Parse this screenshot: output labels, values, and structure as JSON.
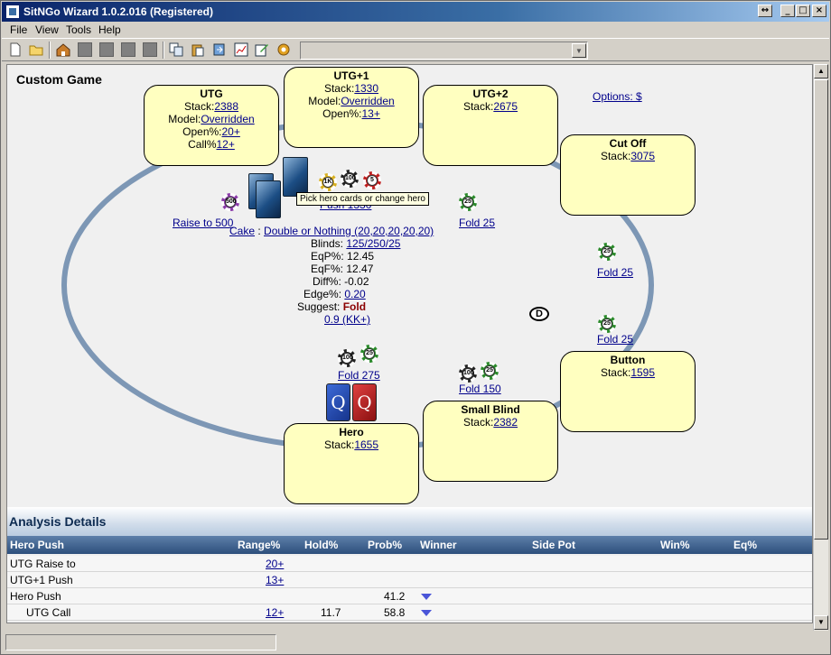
{
  "window": {
    "title": "SitNGo Wizard 1.0.2.016 (Registered)"
  },
  "menu": [
    "File",
    "View",
    "Tools",
    "Help"
  ],
  "toolbar": {
    "combo_value": ""
  },
  "game": {
    "title": "Custom Game",
    "options_link": "Options: $",
    "seats": {
      "utg": {
        "name": "UTG",
        "stack_label": "Stack:",
        "stack": "2388",
        "model_label": "Model:",
        "model": "Overridden",
        "open_label": "Open%:",
        "open": "20+",
        "call_label": "Call%",
        "call": "12+"
      },
      "utg1": {
        "name": "UTG+1",
        "stack_label": "Stack:",
        "stack": "1330",
        "model_label": "Model:",
        "model": "Overridden",
        "open_label": "Open%:",
        "open": "13+"
      },
      "utg2": {
        "name": "UTG+2",
        "stack_label": "Stack:",
        "stack": "2675"
      },
      "cutoff": {
        "name": "Cut Off",
        "stack_label": "Stack:",
        "stack": "3075"
      },
      "button": {
        "name": "Button",
        "stack_label": "Stack:",
        "stack": "1595"
      },
      "smallblind": {
        "name": "Small Blind",
        "stack_label": "Stack:",
        "stack": "2382"
      },
      "hero": {
        "name": "Hero",
        "stack_label": "Stack:",
        "stack": "1655"
      }
    },
    "actions": {
      "utg": "Raise to 500",
      "utg2": "Fold 25",
      "cutoff": "Fold 25",
      "button": "Fold 25",
      "smallblind": "Fold 150",
      "hero": "Fold 275",
      "utg1_partial": "Push 1330"
    },
    "chips": {
      "utg": "500",
      "utg1_a": "1K",
      "utg1_b": "100",
      "utg1_c": "5",
      "utg2": "25",
      "cutoff": "25",
      "button": "25",
      "sb_a": "100",
      "sb_b": "25",
      "hero_a": "100",
      "hero_b": "25"
    },
    "tooltip": "Pick hero cards or change hero",
    "hero_cards": [
      "Q",
      "Q"
    ],
    "dealer": "D",
    "info": {
      "site": "Cake",
      "sep": ":",
      "structure": "Double or Nothing (20,20,20,20,20)",
      "blinds_label": "Blinds:",
      "blinds": "125/250/25",
      "eqp_label": "EqP%:",
      "eqp": "12.45",
      "eqf_label": "EqF%:",
      "eqf": "12.47",
      "diff_label": "Diff%:",
      "diff": "-0.02",
      "edge_label": "Edge%:",
      "edge": "0.20",
      "suggest_label": "Suggest:",
      "suggest": "Fold",
      "hand": "0.9 (KK+)"
    }
  },
  "analysis": {
    "title": "Analysis Details",
    "columns": [
      "Hero Push",
      "Range%",
      "Hold%",
      "Prob%",
      "Winner",
      "Side Pot",
      "Win%",
      "Eq%"
    ],
    "rows": [
      {
        "label": "UTG Raise to",
        "range": "20+",
        "hold": "",
        "prob": ""
      },
      {
        "label": "UTG+1 Push",
        "range": "13+",
        "hold": "",
        "prob": ""
      },
      {
        "label": "Hero Push",
        "range": "",
        "hold": "",
        "prob": "41.2"
      },
      {
        "label": "UTG Call",
        "range": "12+",
        "hold": "11.7",
        "prob": "58.8"
      }
    ]
  },
  "colors": {
    "seat_bg": "#ffffc0",
    "table_rim": "#7d97b5",
    "link": "#00008b",
    "suggest": "#8b0000"
  }
}
